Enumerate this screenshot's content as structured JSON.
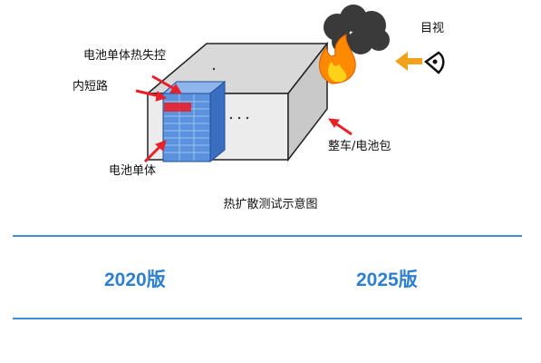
{
  "diagram": {
    "label_cell_thermal_runaway": "电池单体热失控",
    "label_internal_short": "内短路",
    "label_cell": "电池单体",
    "label_vehicle_pack": "整车/电池包",
    "label_visual": "目视",
    "caption": "热扩散测试示意图"
  },
  "comparison": {
    "left_version": "2020版",
    "right_version": "2025版"
  },
  "colors": {
    "box_top": "#d7d7d7",
    "box_front": "#e9e9e9",
    "box_side": "#c8c8c8",
    "cell_blue": "#4a86d8",
    "arrow_red": "#e8202a",
    "flame_orange": "#ff8a00",
    "flame_yellow": "#ffd21a",
    "smoke": "#3a3a3a",
    "eye_arrow": "#f0a21c",
    "accent_blue": "#3f8fd6",
    "version_text": "#2f7fd0"
  },
  "icons": [
    "flame-icon",
    "smoke-icon",
    "eye-icon",
    "arrow-icon"
  ]
}
